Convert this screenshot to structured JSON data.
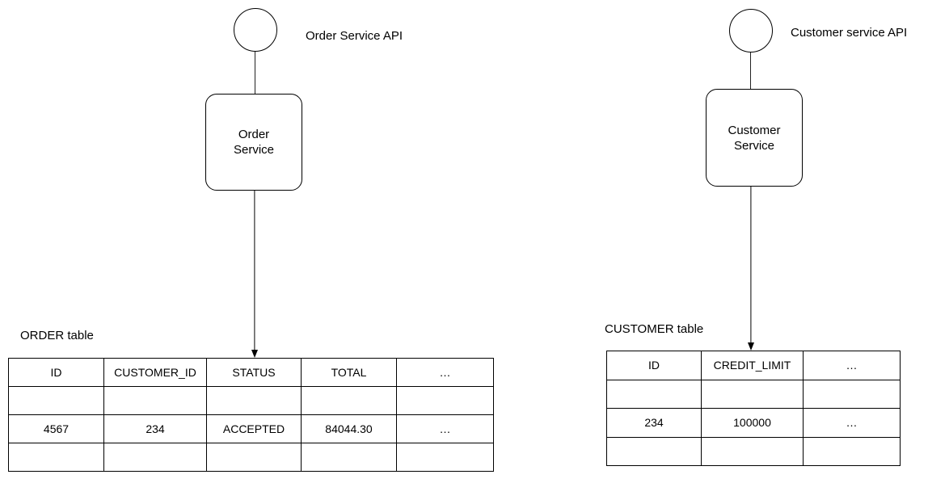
{
  "canvas": {
    "background": "#ffffff",
    "stroke": "#000000"
  },
  "order_service": {
    "api_label": "Order Service API",
    "service_name": [
      "Order",
      "Service"
    ],
    "table_title": "ORDER table",
    "table": {
      "headers": [
        "ID",
        "CUSTOMER_ID",
        "STATUS",
        "TOTAL",
        "…"
      ],
      "rows": [
        [
          "",
          "",
          "",
          "",
          ""
        ],
        [
          "4567",
          "234",
          "ACCEPTED",
          "84044.30",
          "…"
        ],
        [
          "",
          "",
          "",
          "",
          ""
        ]
      ]
    }
  },
  "customer_service": {
    "api_label": "Customer service API",
    "service_name": [
      "Customer",
      "Service"
    ],
    "table_title": "CUSTOMER table",
    "table": {
      "headers": [
        "ID",
        "CREDIT_LIMIT",
        "…"
      ],
      "rows": [
        [
          "",
          "",
          ""
        ],
        [
          "234",
          "100000",
          "…"
        ],
        [
          "",
          "",
          ""
        ]
      ]
    }
  }
}
